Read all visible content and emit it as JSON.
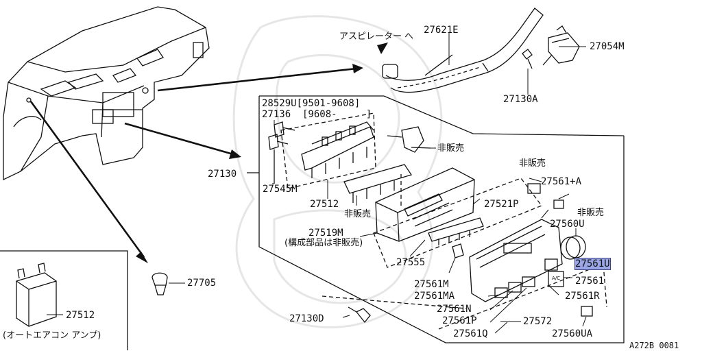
{
  "labels": {
    "p27621E": "27621E",
    "aspirator": "アスピレーター へ",
    "p27054M": "27054M",
    "p27130A": "27130A",
    "p28529U": "28529U[9501-9608]",
    "p27136": "27136  [9608-     ]",
    "hihanbai_1": "非販売",
    "hihanbai_2": "非販売",
    "hihanbai_3": "非販売",
    "hihanbai_4": "非販売",
    "p27130": "27130",
    "p27545M": "27545M",
    "p27512_top": "27512",
    "p27561A": "27561+A",
    "p27521P": "27521P",
    "p27560U": "27560U",
    "p27519M": "27519M",
    "kosei": "(構成部品は非販売)",
    "p27555": "27555",
    "p27561U": "27561U",
    "p27561M": "27561M",
    "p27705": "27705",
    "p27561": "27561",
    "p27561MA": "27561MA",
    "p27561R": "27561R",
    "p27561N": "27561N",
    "p27512_amp": "27512",
    "amp_caption": "(オートエアコン アンプ)",
    "p27561P": "27561P",
    "p27572": "27572",
    "p27130D": "27130D",
    "p27561Q": "27561Q",
    "p27560UA": "27560UA",
    "ref": "A272B 0081"
  },
  "colors": {
    "line": "#111111",
    "highlight": "#9aa6e6",
    "watermark": "#e4e4e4"
  }
}
